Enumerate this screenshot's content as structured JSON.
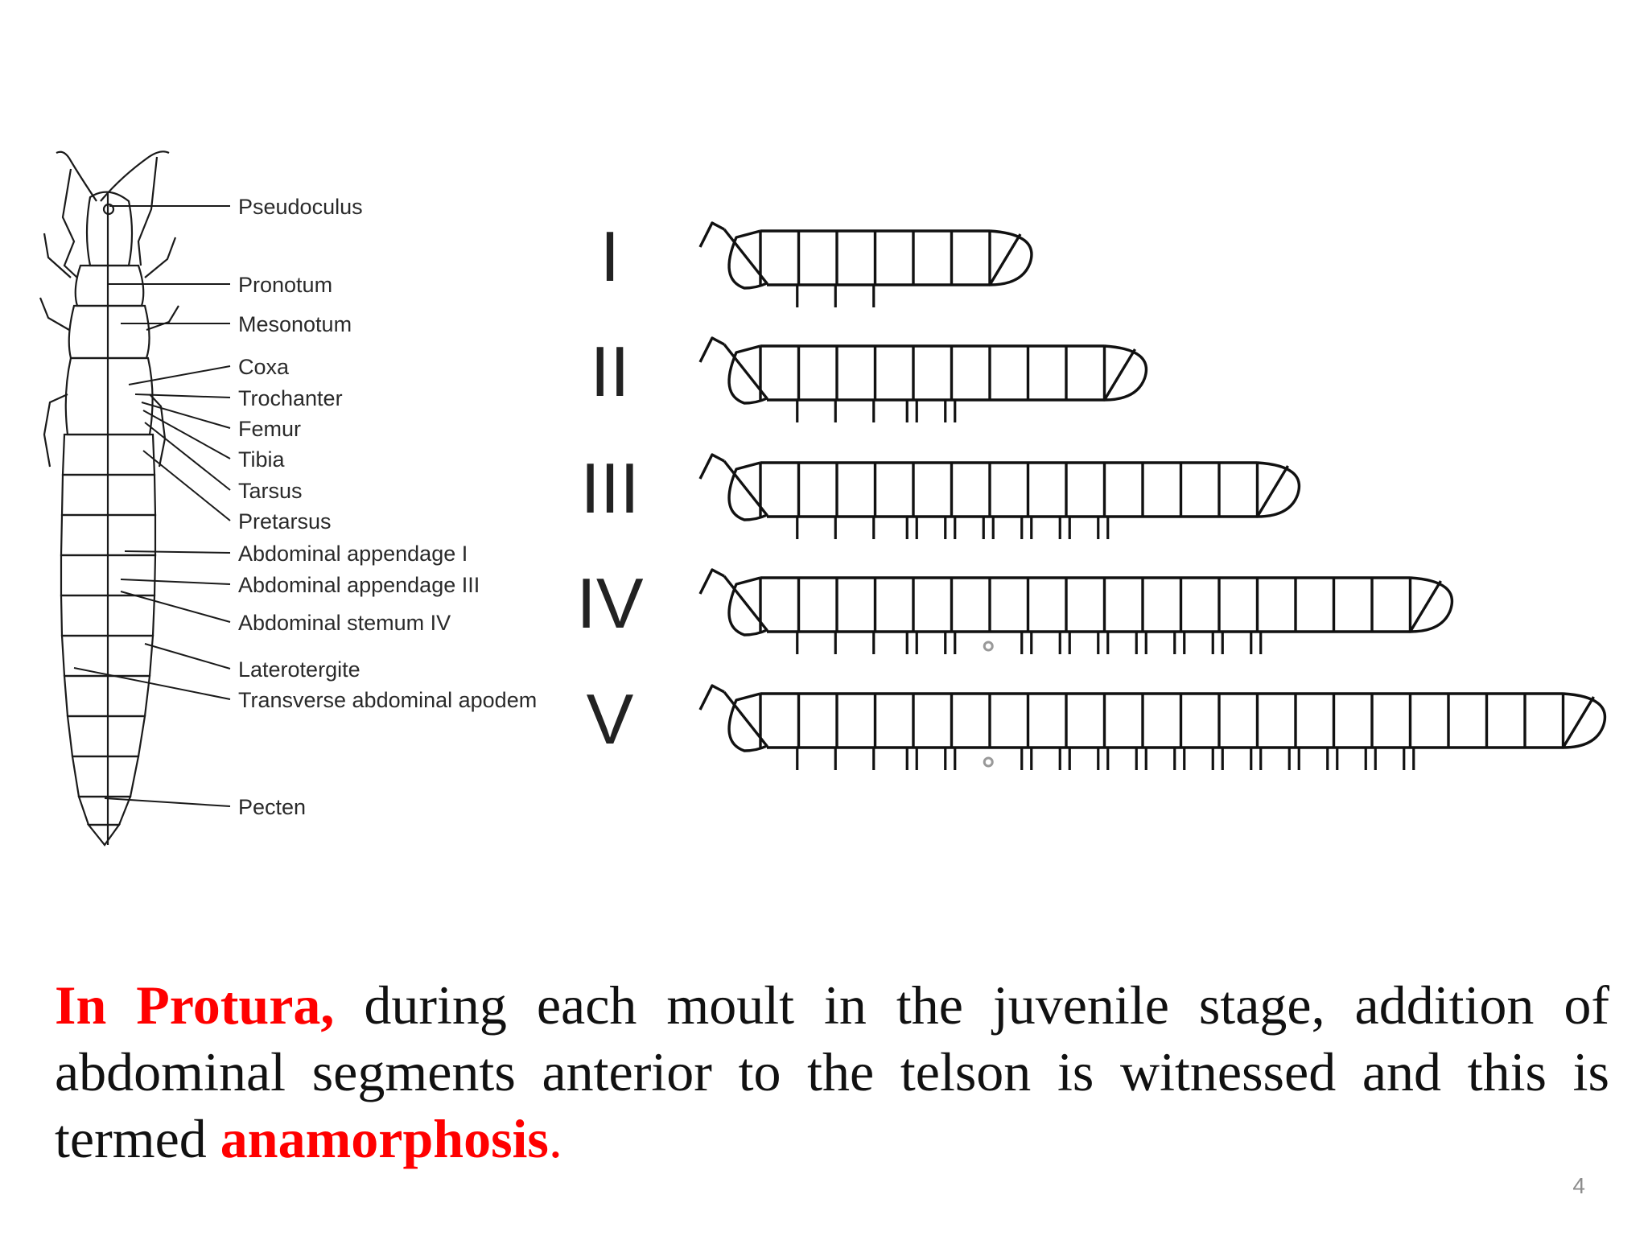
{
  "slide": {
    "page_number": "4",
    "accent_color": "#ff0000",
    "caption": {
      "lead_bold": "In Protura,",
      "body": " during each moult in the juvenile stage, addition of abdominal segments anterior to the telson is witnessed and this is termed ",
      "term": "anamorphosis",
      "period": "."
    }
  },
  "anatomy": {
    "labels": [
      "Pseudoculus",
      "Pronotum",
      "Mesonotum",
      "Coxa",
      "Trochanter",
      "Femur",
      "Tibia",
      "Tarsus",
      "Pretarsus",
      "Abdominal appendage I",
      "Abdominal appendage III",
      "Abdominal stemum IV",
      "Laterotergite",
      "Transverse abdominal apodem",
      "Pecten"
    ]
  },
  "stages": [
    {
      "numeral": "I",
      "segments": 6,
      "appendages": [
        1,
        1,
        1
      ]
    },
    {
      "numeral": "II",
      "segments": 9,
      "appendages": [
        1,
        1,
        1,
        2,
        2
      ]
    },
    {
      "numeral": "III",
      "segments": 13,
      "appendages": [
        1,
        1,
        1,
        2,
        2,
        2,
        2,
        2,
        2
      ]
    },
    {
      "numeral": "IV",
      "segments": 17,
      "appendages": [
        1,
        1,
        1,
        2,
        2,
        0,
        2,
        2,
        2,
        2,
        2,
        2,
        2
      ]
    },
    {
      "numeral": "V",
      "segments": 21,
      "appendages": [
        1,
        1,
        1,
        2,
        2,
        0,
        2,
        2,
        2,
        2,
        2,
        2,
        2,
        2,
        2,
        2,
        2
      ]
    }
  ]
}
